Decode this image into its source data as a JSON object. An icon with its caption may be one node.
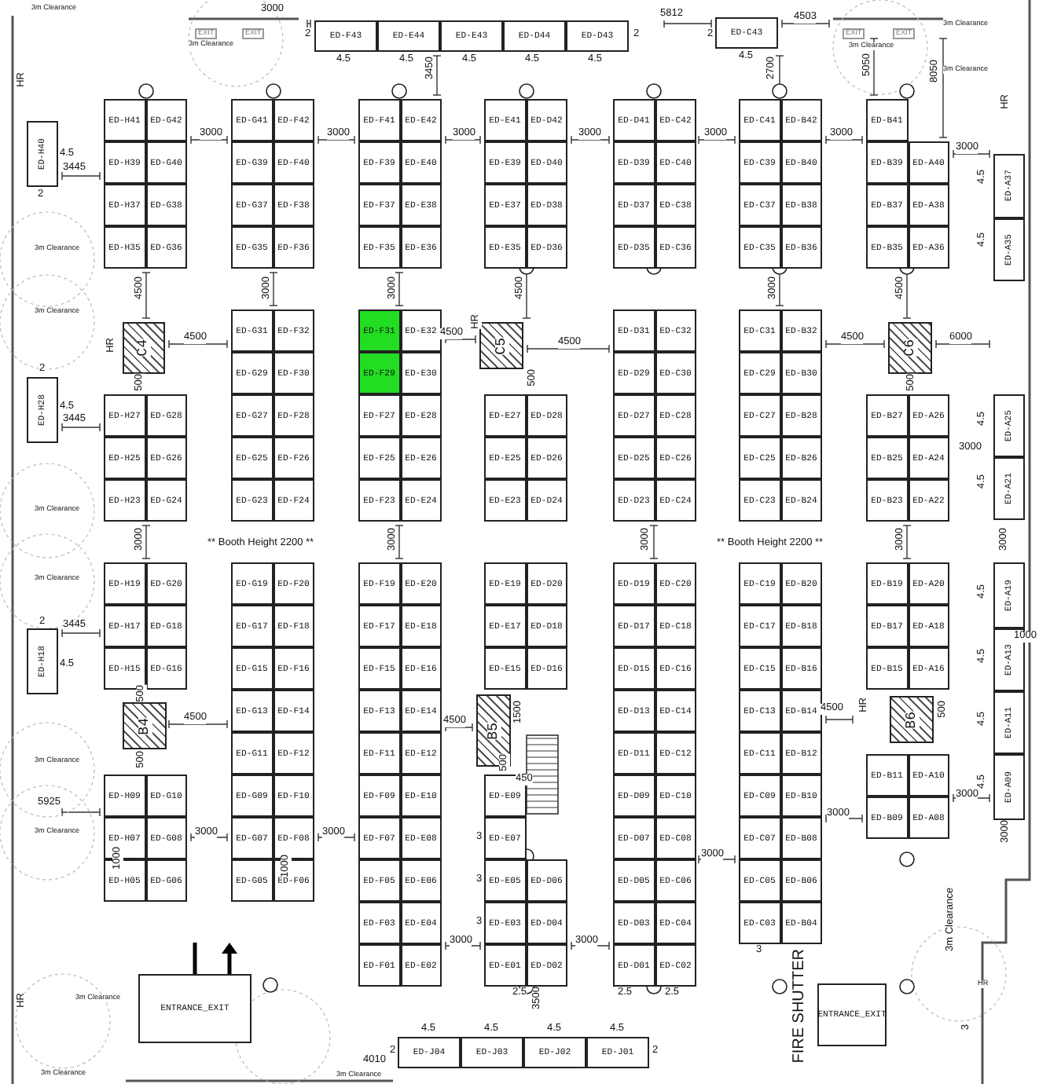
{
  "diagram": {
    "nodes": [
      {
        "text": [
          "ED-F43"
        ]
      },
      {
        "text": [
          "ED-E44"
        ]
      },
      {
        "text": [
          "ED-E43"
        ]
      },
      {
        "text": [
          "ED-D44"
        ]
      },
      {
        "text": [
          "ED-D43"
        ]
      },
      {
        "text": [
          "ED-C43"
        ]
      },
      {
        "text": [
          "ED-H40"
        ]
      },
      {
        "text": [
          "ED-H28"
        ]
      },
      {
        "text": [
          "ED-H18"
        ]
      },
      {
        "text": [
          "ED-H41"
        ]
      },
      {
        "text": [
          "ED-G42"
        ]
      },
      {
        "text": [
          "ED-H39"
        ]
      },
      {
        "text": [
          "ED-G40"
        ]
      },
      {
        "text": [
          "ED-H37"
        ]
      },
      {
        "text": [
          "ED-G38"
        ]
      },
      {
        "text": [
          "ED-H35"
        ]
      },
      {
        "text": [
          "ED-G36"
        ]
      },
      {
        "text": [
          "C4"
        ]
      },
      {
        "text": [
          "ED-H27"
        ]
      },
      {
        "text": [
          "ED-G28"
        ]
      },
      {
        "text": [
          "ED-H25"
        ]
      },
      {
        "text": [
          "ED-G26"
        ]
      },
      {
        "text": [
          "ED-H23"
        ]
      },
      {
        "text": [
          "ED-G24"
        ]
      },
      {
        "text": [
          "ED-H19"
        ]
      },
      {
        "text": [
          "ED-G20"
        ]
      },
      {
        "text": [
          "ED-H17"
        ]
      },
      {
        "text": [
          "ED-G18"
        ]
      },
      {
        "text": [
          "ED-H15"
        ]
      },
      {
        "text": [
          "ED-G16"
        ]
      },
      {
        "text": [
          "B4"
        ]
      },
      {
        "text": [
          "ED-H09"
        ]
      },
      {
        "text": [
          "ED-G10"
        ]
      },
      {
        "text": [
          "ED-H07"
        ]
      },
      {
        "text": [
          "ED-G08"
        ]
      },
      {
        "text": [
          "ED-H05"
        ]
      },
      {
        "text": [
          "ED-G06"
        ]
      },
      {
        "text": [
          "ED-G41"
        ]
      },
      {
        "text": [
          "ED-F42"
        ]
      },
      {
        "text": [
          "ED-G39"
        ]
      },
      {
        "text": [
          "ED-F40"
        ]
      },
      {
        "text": [
          "ED-G37"
        ]
      },
      {
        "text": [
          "ED-F38"
        ]
      },
      {
        "text": [
          "ED-G35"
        ]
      },
      {
        "text": [
          "ED-F36"
        ]
      },
      {
        "text": [
          "ED-G31"
        ]
      },
      {
        "text": [
          "ED-F32"
        ]
      },
      {
        "text": [
          "ED-G29"
        ]
      },
      {
        "text": [
          "ED-F30"
        ]
      },
      {
        "text": [
          "ED-G27"
        ]
      },
      {
        "text": [
          "ED-F28"
        ]
      },
      {
        "text": [
          "ED-G25"
        ]
      },
      {
        "text": [
          "ED-F26"
        ]
      },
      {
        "text": [
          "ED-G23"
        ]
      },
      {
        "text": [
          "ED-F24"
        ]
      },
      {
        "text": [
          "ED-G19"
        ]
      },
      {
        "text": [
          "ED-F20"
        ]
      },
      {
        "text": [
          "ED-G17"
        ]
      },
      {
        "text": [
          "ED-F18"
        ]
      },
      {
        "text": [
          "ED-G15"
        ]
      },
      {
        "text": [
          "ED-F16"
        ]
      },
      {
        "text": [
          "ED-G13"
        ]
      },
      {
        "text": [
          "ED-F14"
        ]
      },
      {
        "text": [
          "ED-G11"
        ]
      },
      {
        "text": [
          "ED-F12"
        ]
      },
      {
        "text": [
          "ED-G09"
        ]
      },
      {
        "text": [
          "ED-F10"
        ]
      },
      {
        "text": [
          "ED-G07"
        ]
      },
      {
        "text": [
          "ED-F08"
        ]
      },
      {
        "text": [
          "ED-G05"
        ]
      },
      {
        "text": [
          "ED-F06"
        ]
      },
      {
        "text": [
          "ED-F41"
        ]
      },
      {
        "text": [
          "ED-E42"
        ]
      },
      {
        "text": [
          "ED-F39"
        ]
      },
      {
        "text": [
          "ED-E40"
        ]
      },
      {
        "text": [
          "ED-F37"
        ]
      },
      {
        "text": [
          "ED-E38"
        ]
      },
      {
        "text": [
          "ED-F35"
        ]
      },
      {
        "text": [
          "ED-E36"
        ]
      },
      {
        "text": [
          "ED-F31"
        ]
      },
      {
        "text": [
          "ED-E32"
        ]
      },
      {
        "text": [
          "ED-F29"
        ]
      },
      {
        "text": [
          "ED-E30"
        ]
      },
      {
        "text": [
          "ED-F27"
        ]
      },
      {
        "text": [
          "ED-E28"
        ]
      },
      {
        "text": [
          "ED-F25"
        ]
      },
      {
        "text": [
          "ED-E26"
        ]
      },
      {
        "text": [
          "ED-F23"
        ]
      },
      {
        "text": [
          "ED-E24"
        ]
      },
      {
        "text": [
          "ED-F19"
        ]
      },
      {
        "text": [
          "ED-E20"
        ]
      },
      {
        "text": [
          "ED-F17"
        ]
      },
      {
        "text": [
          "ED-E18"
        ]
      },
      {
        "text": [
          "ED-F15"
        ]
      },
      {
        "text": [
          "ED-E16"
        ]
      },
      {
        "text": [
          "ED-F13"
        ]
      },
      {
        "text": [
          "ED-E14"
        ]
      },
      {
        "text": [
          "ED-F11"
        ]
      },
      {
        "text": [
          "ED-E12"
        ]
      },
      {
        "text": [
          "ED-F09"
        ]
      },
      {
        "text": [
          "ED-E10"
        ]
      },
      {
        "text": [
          "ED-F07"
        ]
      },
      {
        "text": [
          "ED-E08"
        ]
      },
      {
        "text": [
          "ED-F05"
        ]
      },
      {
        "text": [
          "ED-E06"
        ]
      },
      {
        "text": [
          "ED-F03"
        ]
      },
      {
        "text": [
          "ED-E04"
        ]
      },
      {
        "text": [
          "ED-F01"
        ]
      },
      {
        "text": [
          "ED-E02"
        ]
      },
      {
        "text": [
          "ED-E41"
        ]
      },
      {
        "text": [
          "ED-D42"
        ]
      },
      {
        "text": [
          "ED-E39"
        ]
      },
      {
        "text": [
          "ED-D40"
        ]
      },
      {
        "text": [
          "ED-E37"
        ]
      },
      {
        "text": [
          "ED-D38"
        ]
      },
      {
        "text": [
          "ED-E35"
        ]
      },
      {
        "text": [
          "ED-D36"
        ]
      },
      {
        "text": [
          "C5"
        ]
      },
      {
        "text": [
          "ED-E27"
        ]
      },
      {
        "text": [
          "ED-D28"
        ]
      },
      {
        "text": [
          "ED-E25"
        ]
      },
      {
        "text": [
          "ED-D26"
        ]
      },
      {
        "text": [
          "ED-E23"
        ]
      },
      {
        "text": [
          "ED-D24"
        ]
      },
      {
        "text": [
          "ED-E19"
        ]
      },
      {
        "text": [
          "ED-D20"
        ]
      },
      {
        "text": [
          "ED-E17"
        ]
      },
      {
        "text": [
          "ED-D18"
        ]
      },
      {
        "text": [
          "ED-E15"
        ]
      },
      {
        "text": [
          "ED-D16"
        ]
      },
      {
        "text": [
          "B5"
        ]
      },
      {
        "text": [
          "ED-E09"
        ]
      },
      {
        "text": [
          "ED-E07"
        ]
      },
      {
        "text": [
          "ED-E05"
        ]
      },
      {
        "text": [
          "ED-D06"
        ]
      },
      {
        "text": [
          "ED-E03"
        ]
      },
      {
        "text": [
          "ED-D04"
        ]
      },
      {
        "text": [
          "ED-E01"
        ]
      },
      {
        "text": [
          "ED-D02"
        ]
      },
      {
        "text": [
          "ED-D41"
        ]
      },
      {
        "text": [
          "ED-C42"
        ]
      },
      {
        "text": [
          "ED-D39"
        ]
      },
      {
        "text": [
          "ED-C40"
        ]
      },
      {
        "text": [
          "ED-D37"
        ]
      },
      {
        "text": [
          "ED-C38"
        ]
      },
      {
        "text": [
          "ED-D35"
        ]
      },
      {
        "text": [
          "ED-C36"
        ]
      },
      {
        "text": [
          "ED-D31"
        ]
      },
      {
        "text": [
          "ED-C32"
        ]
      },
      {
        "text": [
          "ED-D29"
        ]
      },
      {
        "text": [
          "ED-C30"
        ]
      },
      {
        "text": [
          "ED-D27"
        ]
      },
      {
        "text": [
          "ED-C28"
        ]
      },
      {
        "text": [
          "ED-D25"
        ]
      },
      {
        "text": [
          "ED-C26"
        ]
      },
      {
        "text": [
          "ED-D23"
        ]
      },
      {
        "text": [
          "ED-C24"
        ]
      },
      {
        "text": [
          "ED-D19"
        ]
      },
      {
        "text": [
          "ED-C20"
        ]
      },
      {
        "text": [
          "ED-D17"
        ]
      },
      {
        "text": [
          "ED-C18"
        ]
      },
      {
        "text": [
          "ED-D15"
        ]
      },
      {
        "text": [
          "ED-C16"
        ]
      },
      {
        "text": [
          "ED-D13"
        ]
      },
      {
        "text": [
          "ED-C14"
        ]
      },
      {
        "text": [
          "ED-D11"
        ]
      },
      {
        "text": [
          "ED-C12"
        ]
      },
      {
        "text": [
          "ED-D09"
        ]
      },
      {
        "text": [
          "ED-C10"
        ]
      },
      {
        "text": [
          "ED-D07"
        ]
      },
      {
        "text": [
          "ED-C08"
        ]
      },
      {
        "text": [
          "ED-D05"
        ]
      },
      {
        "text": [
          "ED-C06"
        ]
      },
      {
        "text": [
          "ED-D03"
        ]
      },
      {
        "text": [
          "ED-C04"
        ]
      },
      {
        "text": [
          "ED-D01"
        ]
      },
      {
        "text": [
          "ED-C02"
        ]
      },
      {
        "text": [
          "ED-C41"
        ]
      },
      {
        "text": [
          "ED-B42"
        ]
      },
      {
        "text": [
          "ED-C39"
        ]
      },
      {
        "text": [
          "ED-B40"
        ]
      },
      {
        "text": [
          "ED-C37"
        ]
      },
      {
        "text": [
          "ED-B38"
        ]
      },
      {
        "text": [
          "ED-C35"
        ]
      },
      {
        "text": [
          "ED-B36"
        ]
      },
      {
        "text": [
          "ED-C31"
        ]
      },
      {
        "text": [
          "ED-B32"
        ]
      },
      {
        "text": [
          "ED-C29"
        ]
      },
      {
        "text": [
          "ED-B30"
        ]
      },
      {
        "text": [
          "ED-C27"
        ]
      },
      {
        "text": [
          "ED-B28"
        ]
      },
      {
        "text": [
          "ED-C25"
        ]
      },
      {
        "text": [
          "ED-B26"
        ]
      },
      {
        "text": [
          "ED-C23"
        ]
      },
      {
        "text": [
          "ED-B24"
        ]
      },
      {
        "text": [
          "ED-C19"
        ]
      },
      {
        "text": [
          "ED-B20"
        ]
      },
      {
        "text": [
          "ED-C17"
        ]
      },
      {
        "text": [
          "ED-B18"
        ]
      },
      {
        "text": [
          "ED-C15"
        ]
      },
      {
        "text": [
          "ED-B16"
        ]
      },
      {
        "text": [
          "ED-C13"
        ]
      },
      {
        "text": [
          "ED-B14"
        ]
      },
      {
        "text": [
          "ED-C11"
        ]
      },
      {
        "text": [
          "ED-B12"
        ]
      },
      {
        "text": [
          "ED-C09"
        ]
      },
      {
        "text": [
          "ED-B10"
        ]
      },
      {
        "text": [
          "ED-C07"
        ]
      },
      {
        "text": [
          "ED-B08"
        ]
      },
      {
        "text": [
          "ED-C05"
        ]
      },
      {
        "text": [
          "ED-B06"
        ]
      },
      {
        "text": [
          "ED-C03"
        ]
      },
      {
        "text": [
          "ED-B04"
        ]
      },
      {
        "text": [
          "ED-B41"
        ]
      },
      {
        "text": [
          "ED-B39"
        ]
      },
      {
        "text": [
          "ED-A40"
        ]
      },
      {
        "text": [
          "ED-B37"
        ]
      },
      {
        "text": [
          "ED-A38"
        ]
      },
      {
        "text": [
          "ED-B35"
        ]
      },
      {
        "text": [
          "ED-A36"
        ]
      },
      {
        "text": [
          "C6"
        ]
      },
      {
        "text": [
          "ED-B27"
        ]
      },
      {
        "text": [
          "ED-A26"
        ]
      },
      {
        "text": [
          "ED-B25"
        ]
      },
      {
        "text": [
          "ED-A24"
        ]
      },
      {
        "text": [
          "ED-B23"
        ]
      },
      {
        "text": [
          "ED-A22"
        ]
      },
      {
        "text": [
          "ED-B19"
        ]
      },
      {
        "text": [
          "ED-A20"
        ]
      },
      {
        "text": [
          "ED-B17"
        ]
      },
      {
        "text": [
          "ED-A18"
        ]
      },
      {
        "text": [
          "ED-B15"
        ]
      },
      {
        "text": [
          "ED-A16"
        ]
      },
      {
        "text": [
          "B6"
        ]
      },
      {
        "text": [
          "ED-B11"
        ]
      },
      {
        "text": [
          "ED-A10"
        ]
      },
      {
        "text": [
          "ED-B09"
        ]
      },
      {
        "text": [
          "ED-A08"
        ]
      },
      {
        "text": [
          "ED-A37"
        ]
      },
      {
        "text": [
          "ED-A35"
        ]
      },
      {
        "text": [
          "ED-A25"
        ]
      },
      {
        "text": [
          "ED-A21"
        ]
      },
      {
        "text": [
          "ED-A19"
        ]
      },
      {
        "text": [
          "ED-A13"
        ]
      },
      {
        "text": [
          "ED-A11"
        ]
      },
      {
        "text": [
          "ED-A09"
        ]
      },
      {
        "text": [
          "ED-J04"
        ]
      },
      {
        "text": [
          "ED-J03"
        ]
      },
      {
        "text": [
          "ED-J02"
        ]
      },
      {
        "text": [
          "ED-J01"
        ]
      },
      {
        "text": [
          "ENTRANCE_EXIT"
        ]
      },
      {
        "text": [
          "ENTRANCE_EXIT"
        ]
      }
    ],
    "labels": [
      "3m Clearance",
      "3000",
      "EXIT",
      "EXIT",
      "3m Clearance",
      "2",
      "4.5",
      "4.5",
      "4.5",
      "4.5",
      "4.5",
      "2",
      "5812",
      "2",
      "4.5",
      "4503",
      "3450",
      "2700",
      "EXIT",
      "EXIT",
      "3m Clearance",
      "5050",
      "8050",
      "3m Clearance",
      "3m Clearance",
      "HR",
      "HR",
      "4.5",
      "3445",
      "2",
      "3000",
      "3000",
      "3000",
      "3000",
      "3000",
      "3000",
      "3000",
      "4.5",
      "4.5",
      "3m Clearance",
      "3m Clearance",
      "4500",
      "3000",
      "3000",
      "4500",
      "3000",
      "4500",
      "HR",
      "4500",
      "4500",
      "HR",
      "4500",
      "4500",
      "6000",
      "2",
      "4.5",
      "3445",
      "500",
      "500",
      "500",
      "4.5",
      "4.5",
      "3000",
      "3m Clearance",
      "3000",
      "** Booth Height 2200 **",
      "3000",
      "3000",
      "** Booth Height 2200 **",
      "3000",
      "3000",
      "3m Clearance",
      "2",
      "3445",
      "4.5",
      "4.5",
      "4.5",
      "1000",
      "4.5",
      "4.5",
      "500",
      "4500",
      "1500",
      "4500",
      "HR",
      "500",
      "4500",
      "500",
      "3m Clearance",
      "5925",
      "3m Clearance",
      "3000",
      "3000",
      "1000",
      "1000",
      "500",
      "450",
      "3",
      "3",
      "3",
      "3000",
      "3000",
      "3000",
      "3000",
      "3000",
      "3000",
      "2.5",
      "2.5",
      "2.5",
      "3500",
      "4.5",
      "4.5",
      "4.5",
      "4.5",
      "2",
      "2",
      "4010",
      "HR",
      "3m Clearance",
      "3m Clearance",
      "3m Clearance",
      "FIRE SHUTTER",
      "3m Clearance",
      "HR",
      "3",
      "3"
    ]
  }
}
